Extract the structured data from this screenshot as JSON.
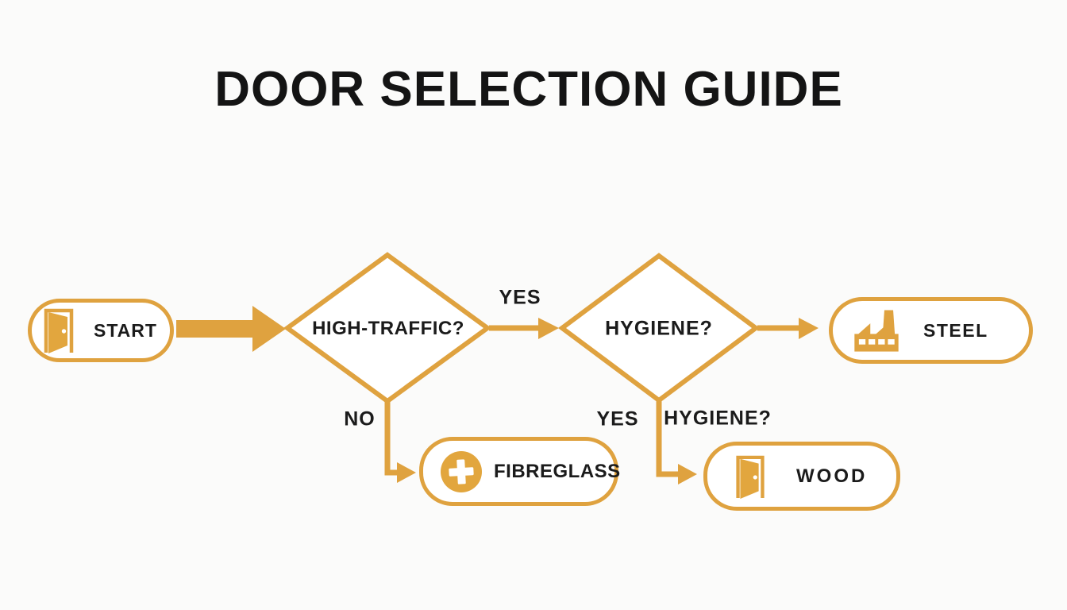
{
  "title": "DOOR SELECTION GUIDE",
  "colors": {
    "accent": "#DFA23F",
    "text": "#1B1B1B",
    "background": "#FBFBFA",
    "node_fill": "#FFFFFF"
  },
  "flowchart": {
    "nodes": [
      {
        "id": "start",
        "type": "terminal",
        "label": "START",
        "icon": "door-icon"
      },
      {
        "id": "high-traffic",
        "type": "decision",
        "label": "HIGH-TRAFFIC?"
      },
      {
        "id": "hygiene",
        "type": "decision",
        "label": "HYGIENE?"
      },
      {
        "id": "steel",
        "type": "result",
        "label": "STEEL",
        "icon": "factory-icon"
      },
      {
        "id": "fibreglass",
        "type": "result",
        "label": "FIBREGLASS",
        "icon": "plus-icon"
      },
      {
        "id": "wood",
        "type": "result",
        "label": "WOOD",
        "icon": "door-icon"
      }
    ],
    "edges": [
      {
        "from": "start",
        "to": "high-traffic",
        "label": ""
      },
      {
        "from": "high-traffic",
        "to": "hygiene",
        "label": "YES"
      },
      {
        "from": "hygiene",
        "to": "steel",
        "label": ""
      },
      {
        "from": "high-traffic",
        "to": "fibreglass",
        "label": "NO"
      },
      {
        "from": "hygiene",
        "to": "wood",
        "label": "YES",
        "extra_label": "HYGIENE?"
      }
    ]
  }
}
